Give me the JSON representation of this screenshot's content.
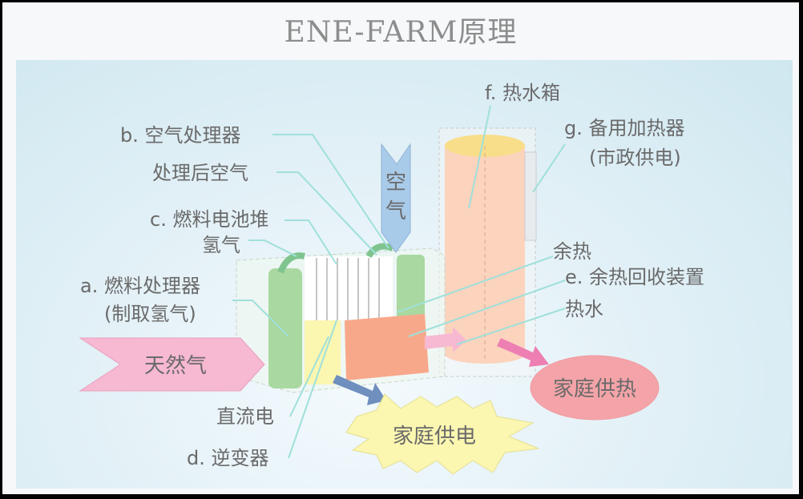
{
  "title": "ENE-FARM原理",
  "labels": {
    "hot_water_tank": "f. 热水箱",
    "backup_heater": "g. 备用加热器",
    "backup_heater_sub": "(市政供电)",
    "air_processor": "b. 空气处理器",
    "processed_air": "处理后空气",
    "fuel_cell_stack": "c. 燃料电池堆",
    "hydrogen": "氢气",
    "waste_heat": "余热",
    "heat_recovery": "e. 余热回收装置",
    "hot_water": "热水",
    "fuel_processor": "a. 燃料处理器",
    "fuel_processor_sub": "(制取氢气)",
    "dc_power": "直流电",
    "inverter": "d. 逆变器"
  },
  "flows": {
    "air": "空",
    "air2": "气",
    "natural_gas": "天然气",
    "home_heat": "家庭供热",
    "home_power": "家庭供电"
  },
  "colors": {
    "green": "#a9d8a0",
    "orange": "#f8a88a",
    "tank": "#fcd3bd",
    "pink": "#f7b8d2",
    "yellow": "#fbf6b0",
    "blue_arrow": "#a9cbea"
  }
}
